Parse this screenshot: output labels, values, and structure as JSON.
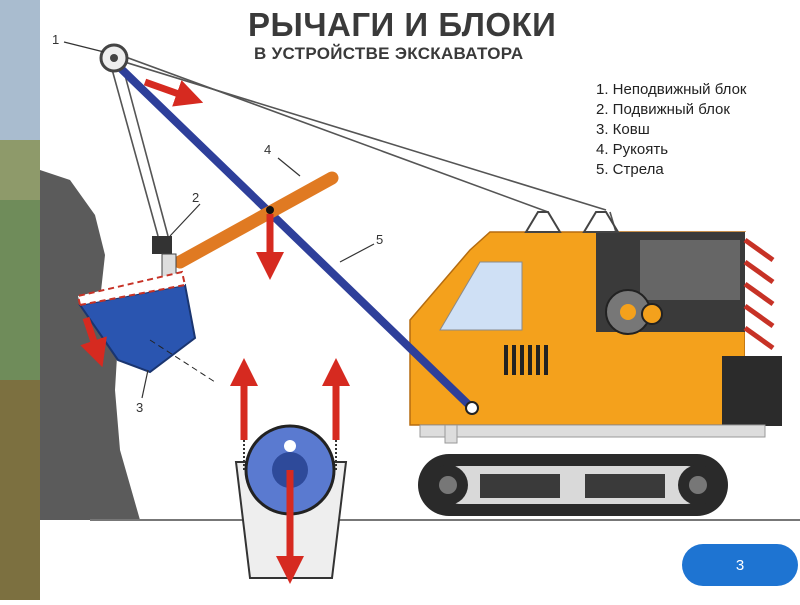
{
  "title": "РЫЧАГИ И БЛОКИ",
  "subtitle": "В УСТРОЙСТВЕ ЭКСКАВАТОРА",
  "legend": [
    "1. Неподвижный блок",
    "2. Подвижный блок",
    "3. Ковш",
    "4. Рукоять",
    "5. Стрела"
  ],
  "callouts": {
    "c1": "1",
    "c2": "2",
    "c3": "3",
    "c4": "4",
    "c5": "5"
  },
  "page_number": "3",
  "colors": {
    "boom": "#2e3f9a",
    "handle": "#e07a22",
    "body": "#f4a11c",
    "bucket": "#2a55b0",
    "arrow": "#d62a20",
    "rock": "#5b5b5b"
  }
}
